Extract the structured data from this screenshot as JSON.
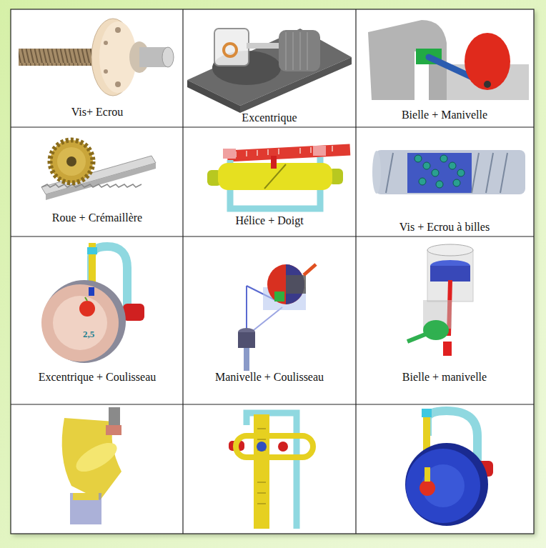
{
  "diagram": {
    "labels": [
      "Vis+ Ecrou",
      "Excentrique",
      "Bielle + Manivelle",
      "Roue + Crémaillère",
      "Hélice + Doigt",
      "Vis + Ecrou à billes",
      "Excentrique + Coulisseau",
      "Manivelle + Coulisseau",
      "Bielle + manivelle",
      "2,5"
    ]
  }
}
